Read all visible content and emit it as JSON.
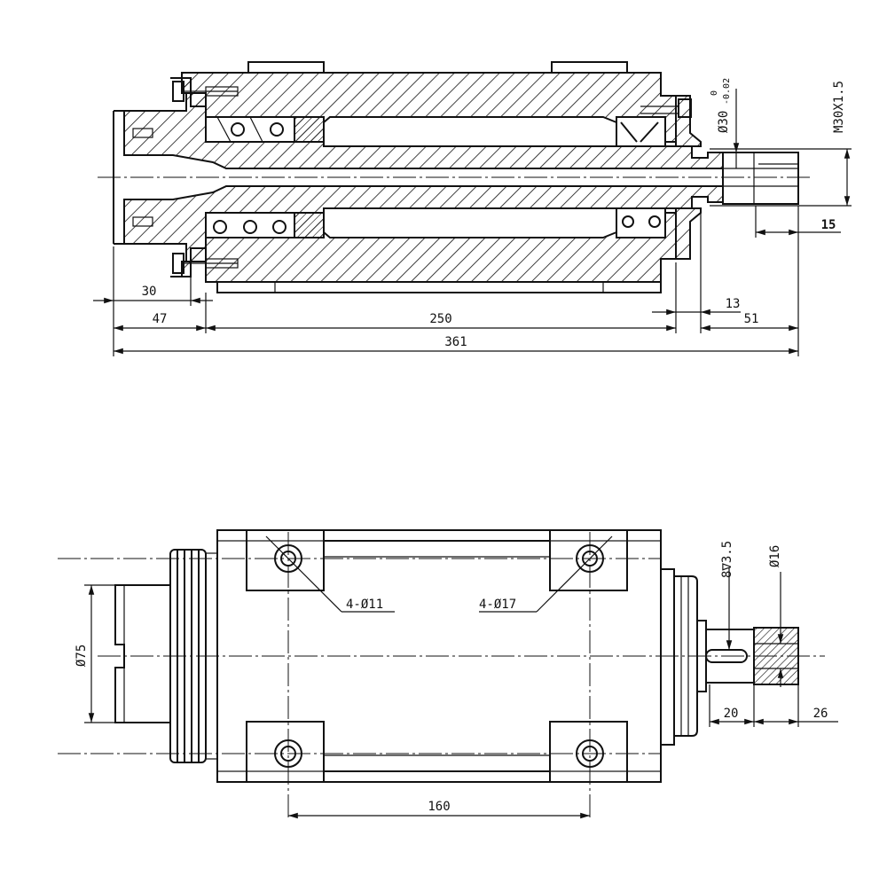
{
  "views": {
    "section": {
      "dimensions": {
        "d30": "30",
        "d47": "47",
        "d250": "250",
        "d361": "361",
        "d13": "13",
        "d51": "51",
        "d15": "15"
      },
      "annotations": {
        "shaft_diameter": "Ø30",
        "tol_upper": "0",
        "tol_lower": "-0.02",
        "thread": "M30X1.5"
      }
    },
    "plan": {
      "dimensions": {
        "d160": "160",
        "d20": "20",
        "d26": "26"
      },
      "annotations": {
        "holes_small": "4-Ø11",
        "holes_large": "4-Ø17",
        "flange_diameter": "Ø75",
        "keyway": "8∇3.5",
        "end_diameter": "Ø16"
      }
    }
  }
}
